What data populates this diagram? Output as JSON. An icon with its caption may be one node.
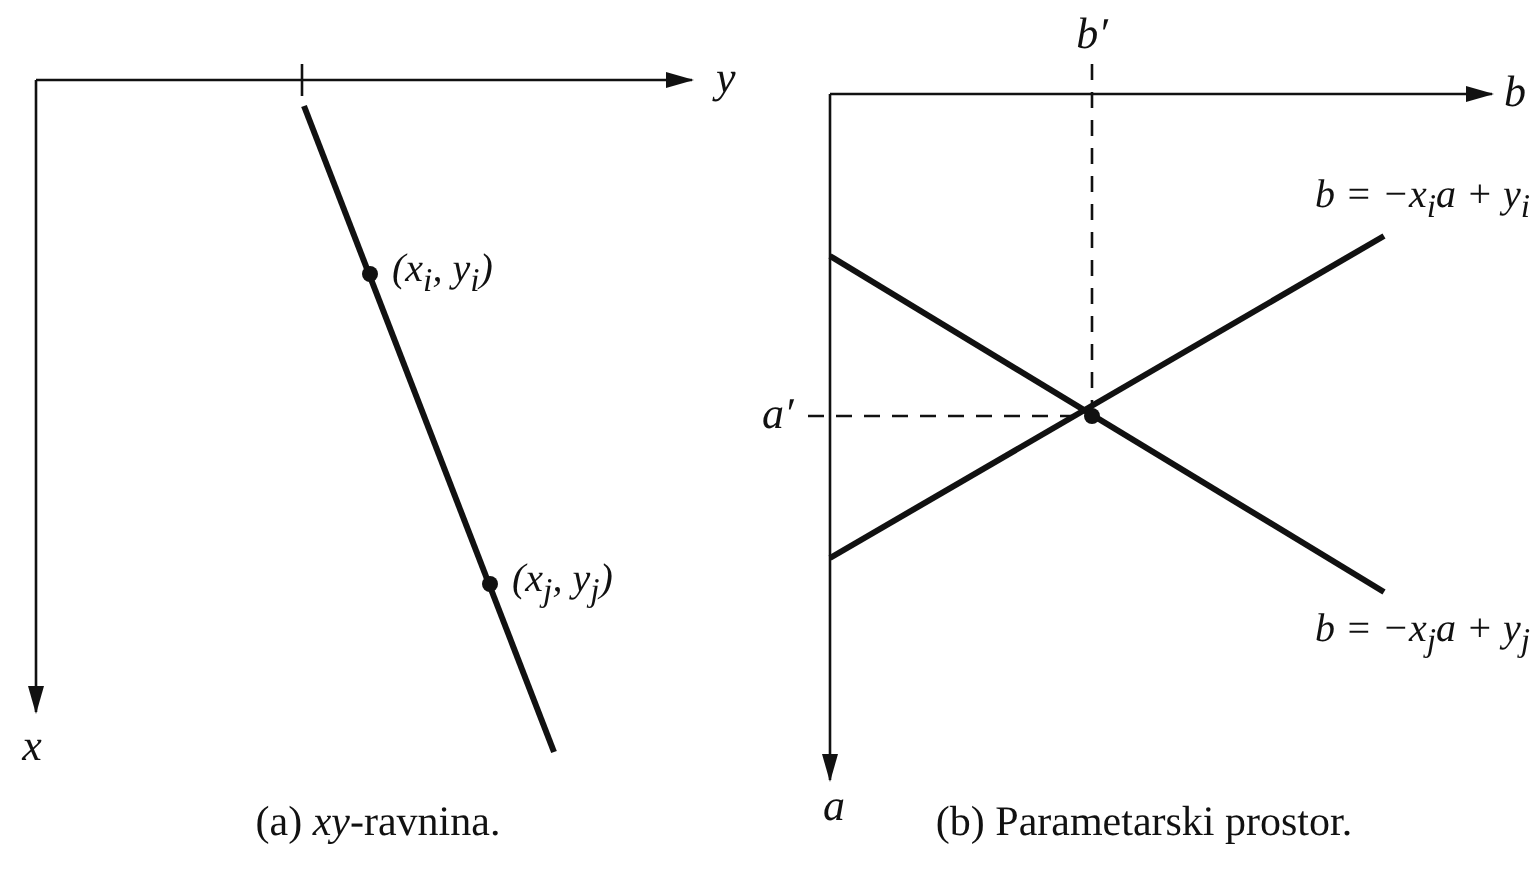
{
  "diagram": {
    "labels": [
      "y",
      "x",
      "(x$_{i}$, y$_{i}$)",
      "(x$_{j}$, y$_{j}$)",
      "(a) *xy*-ravnina.",
      "b′",
      "b",
      "a′",
      "b = −x$_{i}$a + y$_{i}$",
      "b = −x$_{j}$a + y$_{j}$",
      "a",
      "(b) Parametarski prostor."
    ]
  }
}
